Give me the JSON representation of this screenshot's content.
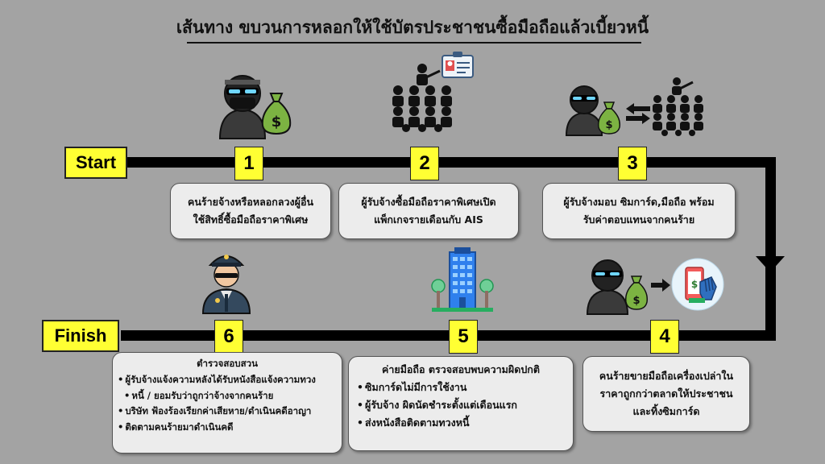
{
  "title": "เส้นทาง ขบวนการหลอกให้ใช้บัตรประชาชนซื้อมือถือแล้วเบี้ยวหนี้",
  "start_label": "Start",
  "finish_label": "Finish",
  "steps": [
    {
      "num": "1",
      "lines": [
        "คนร้ายจ้างหรือหลอกลวงผู้อื่น",
        "ใช้สิทธิ์ซื้อมือถือราคาพิเศษ"
      ]
    },
    {
      "num": "2",
      "lines": [
        "ผู้รับจ้างซื้อมือถือราคาพิเศษเปิด",
        "แพ็กเกจรายเดือนกับ AIS"
      ]
    },
    {
      "num": "3",
      "lines": [
        "ผู้รับจ้างมอบ ซิมการ์ด,มือถือ พร้อม",
        "รับค่าตอบแทนจากคนร้าย"
      ]
    },
    {
      "num": "4",
      "lines": [
        "คนร้ายขายมือถือเครื่องเปล่าใน",
        "ราคาถูกกว่าตลาดให้ประชาชน",
        "และทิ้งซิมการ์ด"
      ]
    },
    {
      "num": "5",
      "heading": "ค่ายมือถือ ตรวจสอบพบความผิดปกติ",
      "bullets": [
        "ซิมการ์ดไม่มีการใช้งาน",
        "ผู้รับจ้าง ผิดนัดชำระตั้งแต่เดือนแรก",
        "ส่งหนังสือติดตามทวงหนี้"
      ]
    },
    {
      "num": "6",
      "heading": "ตำรวจสอบสวน",
      "bullets": [
        "ผู้รับจ้างแจ้งความหลังได้รับหนังสือแจ้งความทวง",
        "หนี้ / ยอมรับว่าถูกว่าจ้างจากคนร้าย",
        "บริษัท ฟ้องร้องเรียกค่าเสียหาย/ดำเนินคดีอาญา",
        "ติดตามคนร้ายมาดำเนินคดี"
      ]
    }
  ],
  "icons": {
    "thief": "thief-icon",
    "money_bag": "money-bag-icon",
    "crowd": "crowd-icon",
    "id_card": "id-card-icon",
    "arrows": "exchange-arrows-icon",
    "police": "police-officer-icon",
    "building": "office-building-icon",
    "phone_payment": "phone-payment-icon",
    "money_symbol": "$"
  },
  "colors": {
    "background": "#a3a3a3",
    "label_fill": "#ffff33",
    "track": "#000000",
    "box_fill": "#ececec",
    "money_green": "#7cb342"
  }
}
